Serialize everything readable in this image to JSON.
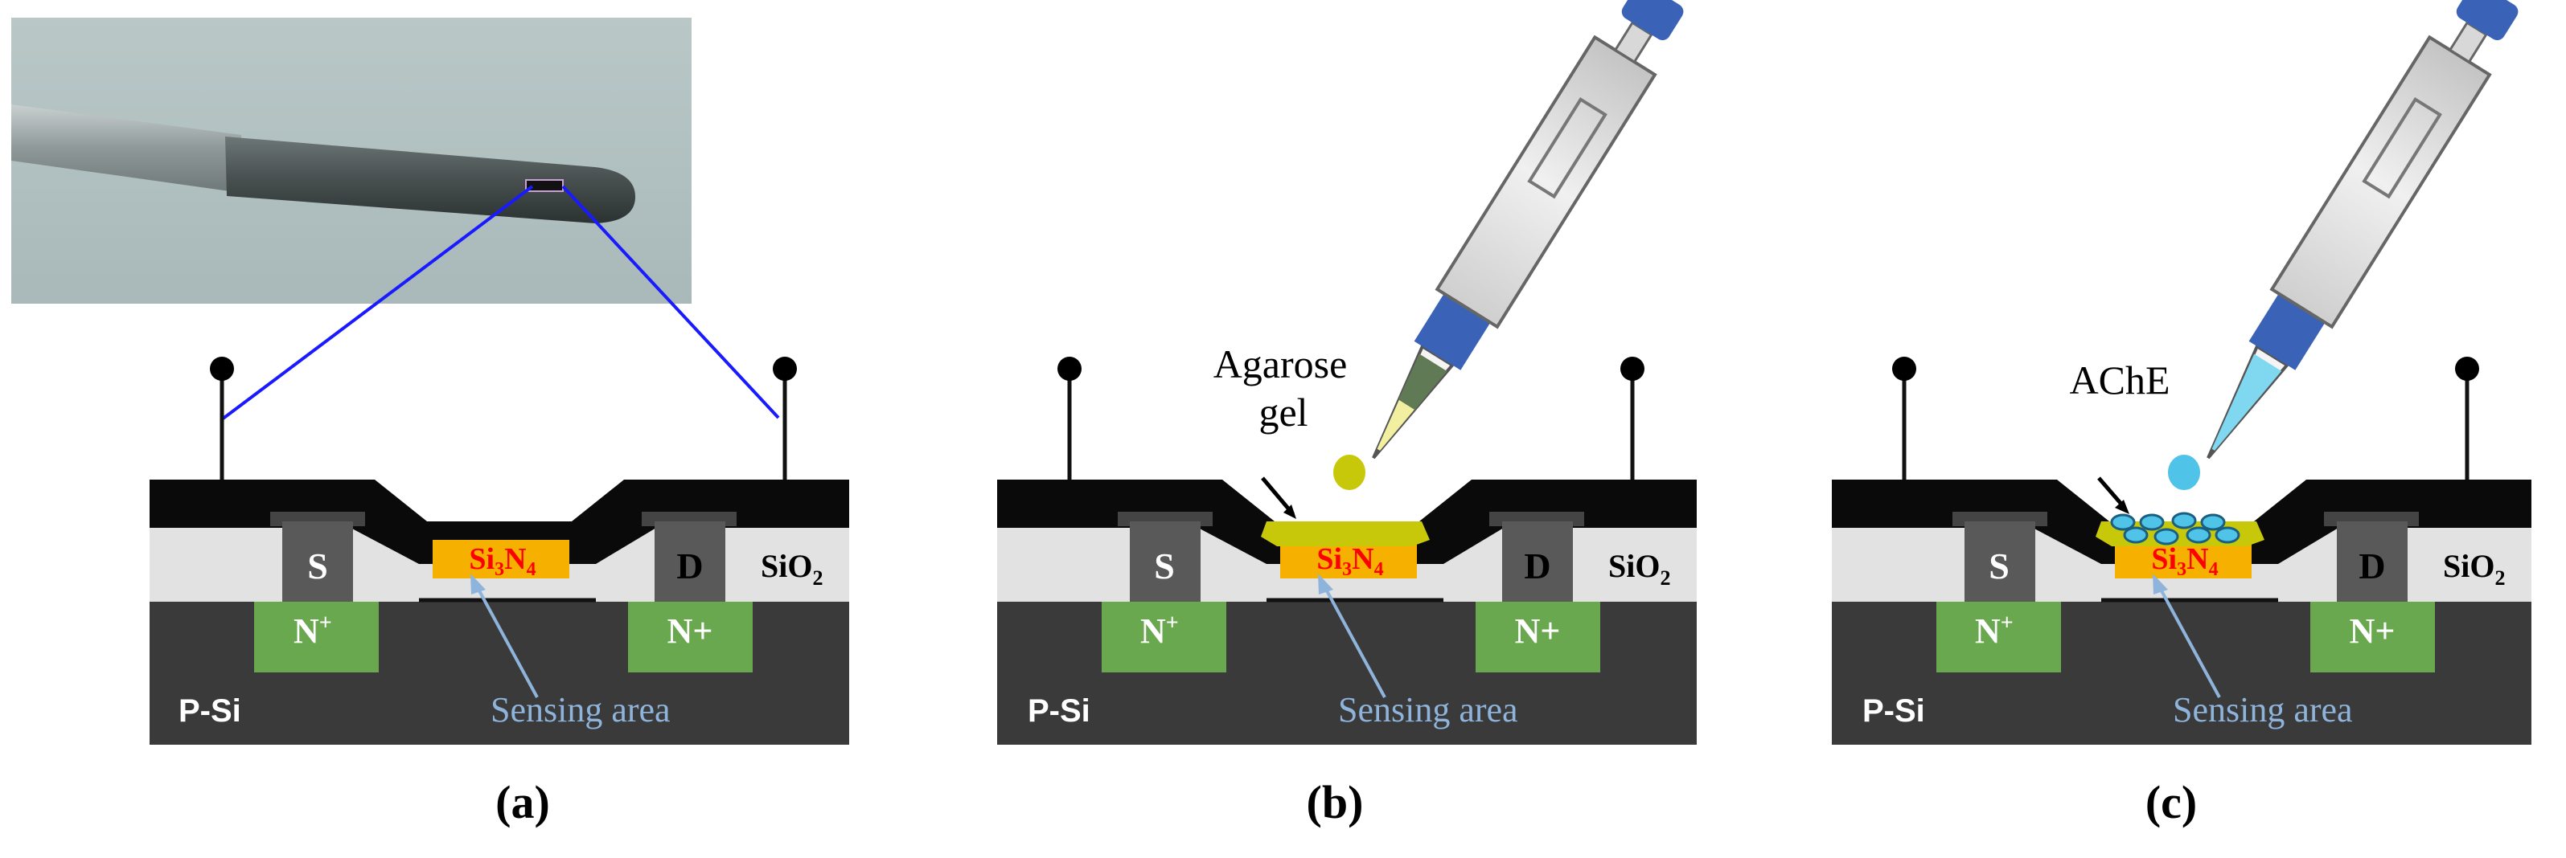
{
  "panels": [
    {
      "caption": "(a)",
      "source_label": "S",
      "drain_label": "D",
      "oxide_label": "SiO",
      "oxide_sub": "2",
      "n_left": "N",
      "n_left_sup": "+",
      "n_right": "N+",
      "substrate_label": "P-Si",
      "sensing_label": "Sensing area",
      "nitride_si": "Si",
      "nitride_sub3": "3",
      "nitride_n": "N",
      "nitride_sub4": "4"
    },
    {
      "caption": "(b)",
      "source_label": "S",
      "drain_label": "D",
      "oxide_label": "SiO",
      "oxide_sub": "2",
      "n_left": "N",
      "n_left_sup": "+",
      "n_right": "N+",
      "substrate_label": "P-Si",
      "sensing_label": "Sensing area",
      "nitride_si": "Si",
      "nitride_sub3": "3",
      "nitride_n": "N",
      "nitride_sub4": "4",
      "layer_label_1": "Agarose",
      "layer_label_2": "gel"
    },
    {
      "caption": "(c)",
      "source_label": "S",
      "drain_label": "D",
      "oxide_label": "SiO",
      "oxide_sub": "2",
      "n_left": "N",
      "n_left_sup": "+",
      "n_right": "N+",
      "substrate_label": "P-Si",
      "sensing_label": "Sensing area",
      "nitride_si": "Si",
      "nitride_sub3": "3",
      "nitride_n": "N",
      "nitride_sub4": "4",
      "layer_label_1": "AChE"
    }
  ],
  "colors": {
    "substrate": "#3a3a3a",
    "metal": "#0a0a0a",
    "oxide": "#e2e2e2",
    "electrode": "#595959",
    "n_well": "#6aa84f",
    "nitride": "#f5b000",
    "nitride_text": "#ff0000",
    "agarose": "#c8c80a",
    "enzyme": "#4fc3e8",
    "sensing_text": "#8fb4dc",
    "pipette_blue": "#3a63b8",
    "link_line": "#1a1aff"
  }
}
